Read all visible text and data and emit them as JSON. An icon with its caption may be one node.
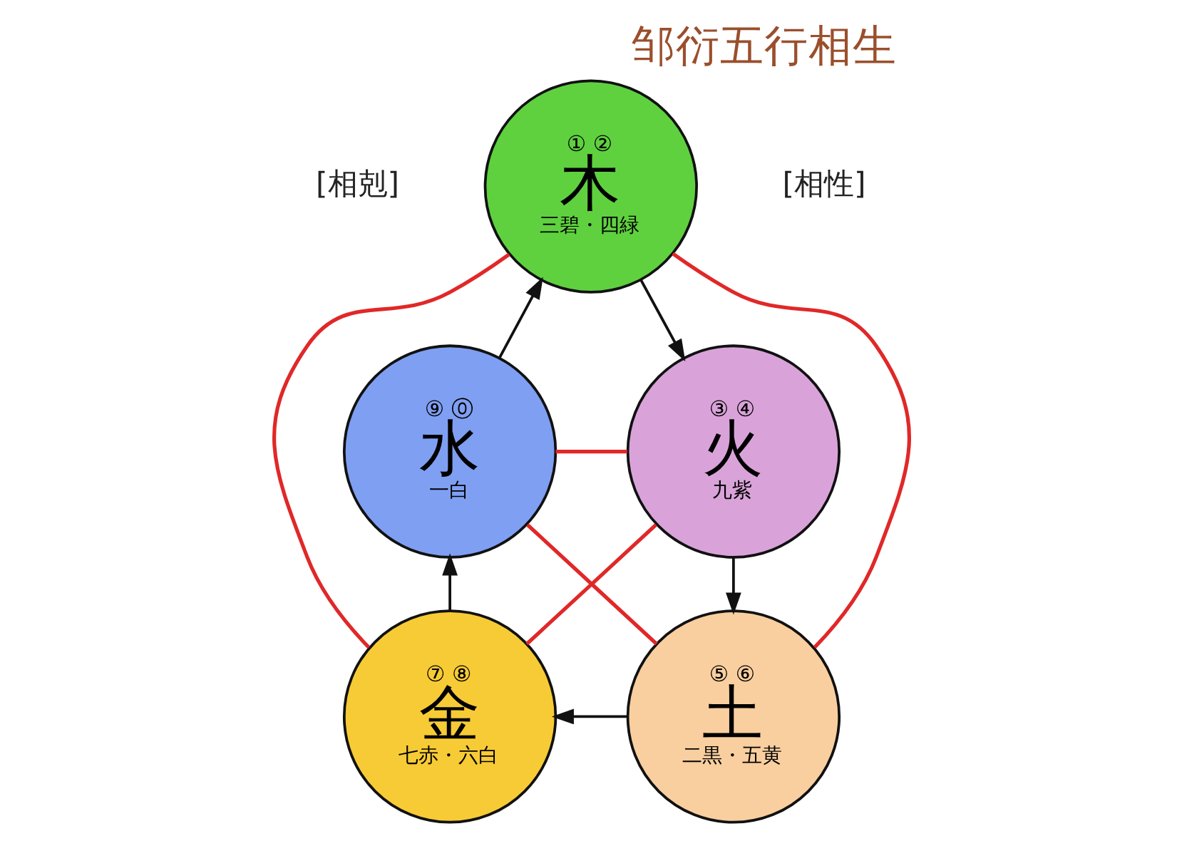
{
  "diagram": {
    "title": "邹衍五行相生",
    "nodes": [
      {
        "text": [
          "① ②",
          "木",
          "三碧・四緑"
        ]
      },
      {
        "text": [
          "⑨ ⓪",
          "水",
          "一白"
        ]
      },
      {
        "text": [
          "③ ④",
          "火",
          "九紫"
        ]
      },
      {
        "text": [
          "⑦ ⑧",
          "金",
          "七赤・六白"
        ]
      },
      {
        "text": [
          "⑤ ⑥",
          "土",
          "二黒・五黄"
        ]
      }
    ],
    "edges": [
      {
        "from": 1,
        "to": 0,
        "arrow": "to"
      },
      {
        "from": 0,
        "to": 2,
        "arrow": "to"
      },
      {
        "from": 2,
        "to": 4,
        "arrow": "to"
      },
      {
        "from": 4,
        "to": 3,
        "arrow": "to"
      },
      {
        "from": 3,
        "to": 1,
        "arrow": "to"
      },
      {
        "from": 0,
        "to": 3,
        "arrow": "none",
        "color": "#e02828"
      },
      {
        "from": 0,
        "to": 4,
        "arrow": "none",
        "color": "#e02828"
      },
      {
        "from": 1,
        "to": 2,
        "arrow": "none",
        "color": "#e02828"
      },
      {
        "from": 1,
        "to": 4,
        "arrow": "none",
        "color": "#e02828"
      },
      {
        "from": 2,
        "to": 3,
        "arrow": "none",
        "color": "#e02828"
      }
    ],
    "labels": [
      "[相性]",
      "[相剋]"
    ]
  }
}
